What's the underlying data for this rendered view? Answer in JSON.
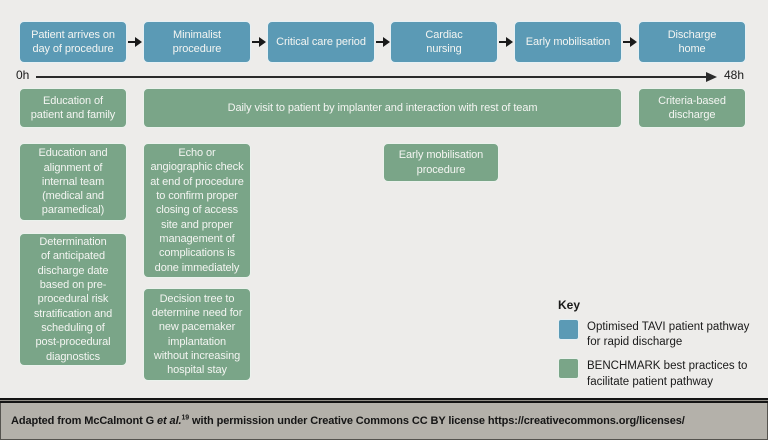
{
  "colors": {
    "optimised_pathway_blue": "#5b9ab5",
    "benchmark_green": "#7aa588",
    "canvas_background": "#edecea",
    "footer_background": "#b4b1aa"
  },
  "pathway": {
    "steps": [
      {
        "label": "Patient arrives on\nday of procedure"
      },
      {
        "label": "Minimalist\nprocedure"
      },
      {
        "label": "Critical care period"
      },
      {
        "label": "Cardiac\nnursing"
      },
      {
        "label": "Early mobilisation"
      },
      {
        "label": "Discharge\nhome"
      }
    ],
    "timeline": {
      "start": "0h",
      "end": "48h"
    }
  },
  "benchmark": {
    "education_family": "Education of\npatient and family",
    "daily_visit": "Daily visit to patient by implanter and interaction with rest of team",
    "criteria_discharge": "Criteria-based\ndischarge",
    "education_team": "Education and\nalignment of\ninternal team\n(medical and\nparamedical)",
    "echo_check": "Echo or\nangiographic check\nat end of procedure\nto confirm proper\nclosing of access\nsite and proper\nmanagement of\ncomplications is\ndone immediately",
    "early_mobilisation": "Early mobilisation\nprocedure",
    "discharge_determination": "Determination\nof anticipated\ndischarge date\nbased on pre-\nprocedural risk\nstratification and\nscheduling of\npost-procedural\ndiagnostics",
    "decision_tree": "Decision tree to\ndetermine need for\nnew pacemaker\nimplantation\nwithout increasing\nhospital stay"
  },
  "key": {
    "title": "Key",
    "entries": [
      {
        "swatch": "blue",
        "label": "Optimised TAVI patient pathway\nfor rapid discharge"
      },
      {
        "swatch": "green",
        "label": "BENCHMARK best practices to\nfacilitate patient pathway"
      }
    ]
  },
  "footer": {
    "prefix": "Adapted from McCalmont G ",
    "etal": "et al.",
    "ref": "19",
    "suffix": " with permission under Creative Commons CC BY license https://creativecommons.org/licenses/"
  }
}
